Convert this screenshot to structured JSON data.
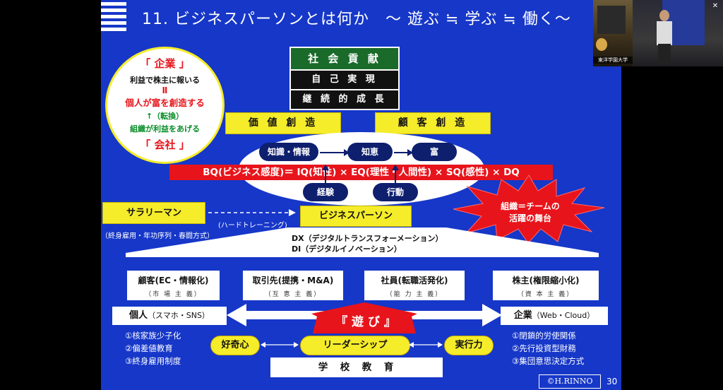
{
  "slide": {
    "title": "11. ビジネスパーソンとは何か　～ 遊ぶ ≒ 学ぶ ≒ 働く～",
    "page_number": "30",
    "copyright": "©H.RINNO"
  },
  "left_circle": {
    "line1": "「 企業 」",
    "line2": "利益で株主に報いる",
    "line3": "Ⅱ",
    "line4": "個人が富を創造する",
    "line5": "↑（転換）",
    "line6": "組織が利益をあげる",
    "line7": "「 会社 」"
  },
  "pyramid": {
    "top": "社 会 貢 献",
    "mid": "自 己 実 現",
    "low": "継 続 的 成 長"
  },
  "creation": {
    "left": "価 値 創 造",
    "right": "顧 客 創 造"
  },
  "flow": {
    "knowledge": "知識・情報",
    "wisdom": "知恵",
    "wealth": "富",
    "experience": "経験",
    "action": "行動"
  },
  "formula": "BQ(ビジネス感度)＝ IQ(知性) × EQ(理性・人間性) × SQ(感性) × DQ",
  "burst": {
    "line1": "組織＝チームの",
    "line2": "活躍の舞台"
  },
  "salaryman": {
    "label": "サラリーマン",
    "note": "（終身雇用・年功序列・春闘方式）",
    "arrow_label": "(ハードトレーニング)"
  },
  "businessperson": "ビジネスパーソン",
  "dx": {
    "line1": "DX（デジタルトランスフォーメーション）",
    "line2": "DI（デジタルイノベーション）"
  },
  "stakeholders": [
    {
      "label": "顧客(EC・情報化)",
      "sub": "（市 場 主 義）"
    },
    {
      "label": "取引先(提携・M&A)",
      "sub": "（互 恵 主 義）"
    },
    {
      "label": "社員(転職活発化)",
      "sub": "（能 力 主 義）"
    },
    {
      "label": "株主(権限縮小化)",
      "sub": "（資 本 主 義）"
    }
  ],
  "individual": {
    "label": "個人",
    "suffix": "（スマホ・SNS）",
    "items": [
      "①核家族少子化",
      "②偏差値教育",
      "③終身雇用制度"
    ]
  },
  "company": {
    "label": "企業",
    "suffix": "（Web・Cloud）",
    "items": [
      "①閉鎖的労使関係",
      "②先行投資型財務",
      "③集団意思決定方式"
    ]
  },
  "play": "『 遊 び 』",
  "bottom_ovals": {
    "curiosity": "好奇心",
    "leadership": "リーダーシップ",
    "execution": "実行力"
  },
  "education": "学　校　教　育",
  "video": {
    "caption": "東洋学園大学"
  },
  "colors": {
    "slide_bg": "#1637c8",
    "yellow": "#f5ec2a",
    "red": "#e8141b",
    "navy": "#0e1f6e"
  }
}
